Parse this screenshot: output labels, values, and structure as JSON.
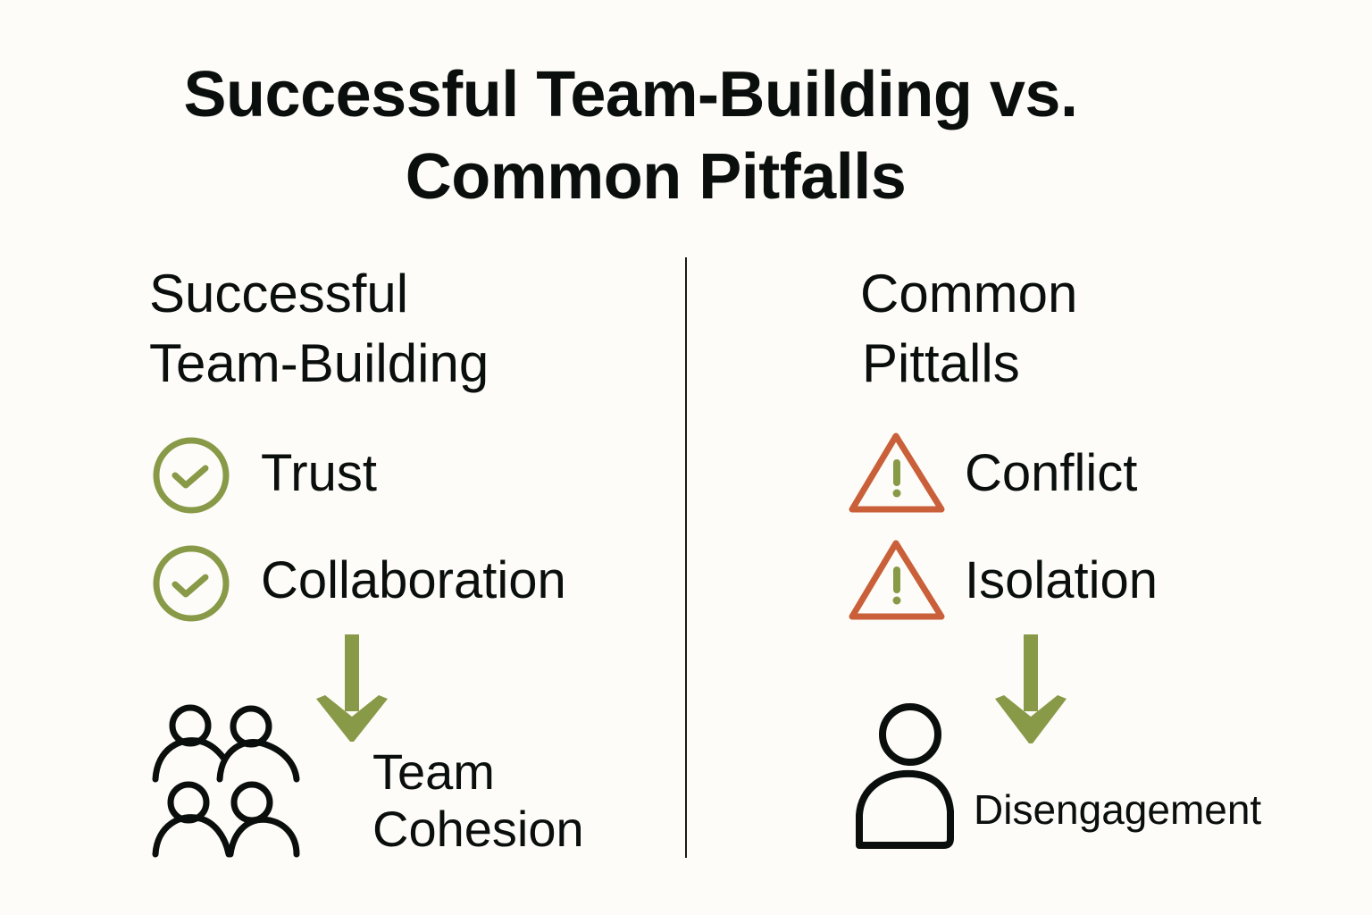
{
  "title": {
    "line1": "Successful Team-Building vs.",
    "line2": "Common Pitfalls"
  },
  "colors": {
    "background": "#fdfcf8",
    "text": "#0a0e0c",
    "success_green": "#889a48",
    "warning_orange": "#c9603a",
    "divider": "#1a1a1a"
  },
  "left_column": {
    "heading_line1": "Successful",
    "heading_line2": "Team-Building",
    "items": [
      {
        "icon": "check-circle-icon",
        "label": "Trust"
      },
      {
        "icon": "check-circle-icon",
        "label": "Collaboration"
      }
    ],
    "arrow_icon": "arrow-down-icon",
    "result_icon": "group-of-people-icon",
    "result_line1": "Team",
    "result_line2": "Cohesion"
  },
  "right_column": {
    "heading_line1": "Common",
    "heading_line2": "Pittalls",
    "items": [
      {
        "icon": "warning-triangle-icon",
        "label": "Conflict"
      },
      {
        "icon": "warning-triangle-icon",
        "label": "Isolation"
      }
    ],
    "arrow_icon": "arrow-down-icon",
    "result_icon": "single-person-icon",
    "result_label": "Disengagement"
  }
}
